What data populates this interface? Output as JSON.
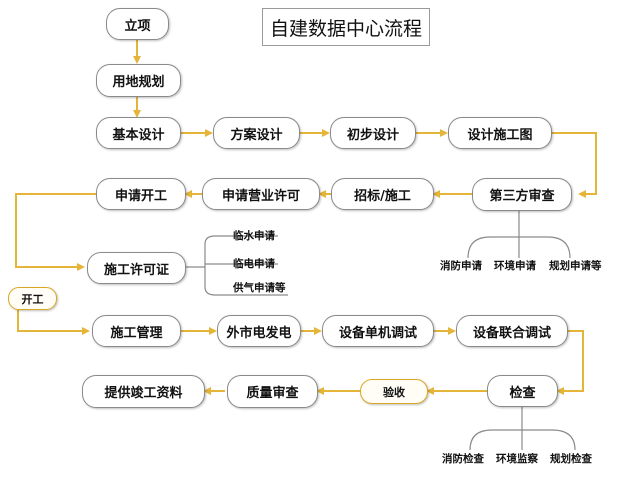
{
  "title": "自建数据中心流程",
  "nodes": {
    "lixiang": "立项",
    "yongdi": "用地规划",
    "jiben": "基本设计",
    "fangan": "方案设计",
    "chubu": "初步设计",
    "shigongtu": "设计施工图",
    "disanfang": "第三方审查",
    "zhaobiao": "招标/施工",
    "yingye": "申请营业许可",
    "kaigong_apply": "申请开工",
    "xukezheng": "施工许可证",
    "kaigong": "开工",
    "guanli": "施工管理",
    "waishi": "外市电发电",
    "danji": "设备单机调试",
    "lianhe": "设备联合调试",
    "jiancha": "检查",
    "yanshou": "验收",
    "zhiliang": "质量审查",
    "ziliao": "提供竣工资料"
  },
  "review_branches": [
    "消防申请",
    "环境申请",
    "规划申请等"
  ],
  "permit_branches": [
    "临水申请",
    "临电申请",
    "供气申请等"
  ],
  "check_branches": [
    "消防检查",
    "环境监察",
    "规划检查"
  ],
  "colors": {
    "arrow": "#e5b53a",
    "line": "#8a8a8a",
    "gold_border": "#d9a823"
  }
}
